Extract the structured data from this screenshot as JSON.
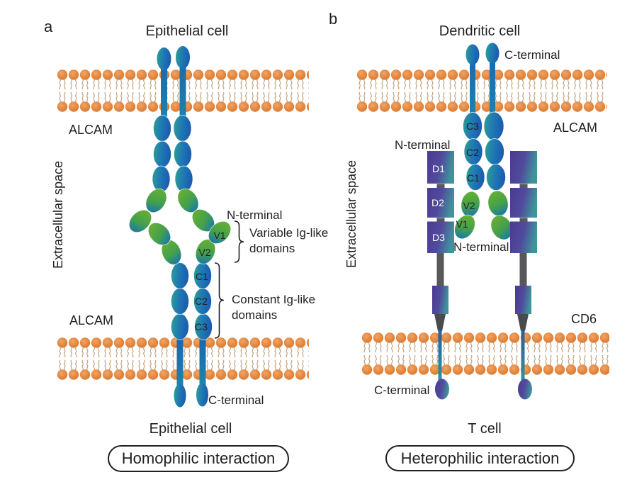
{
  "panel_a": {
    "label": "a",
    "cell_top": "Epithelial cell",
    "cell_bottom": "Epithelial cell",
    "alcam_top": "ALCAM",
    "alcam_bottom": "ALCAM",
    "extracellular": "Extracellular space",
    "n_terminal": "N-terminal",
    "c_terminal": "C-terminal",
    "variable_line1": "Variable Ig-like",
    "variable_line2": "domains",
    "constant_line1": "Constant Ig-like",
    "constant_line2": "domains",
    "v1": "V1",
    "v2": "V2",
    "c1": "C1",
    "c2": "C2",
    "c3": "C3",
    "interaction": "Homophilic interaction"
  },
  "panel_b": {
    "label": "b",
    "cell_top": "Dendritic cell",
    "cell_bottom": "T cell",
    "alcam": "ALCAM",
    "cd6": "CD6",
    "extracellular": "Extracellular space",
    "n_terminal_cd6": "N-terminal",
    "n_terminal_alcam": "N-terminal",
    "c_terminal_top": "C-terminal",
    "c_terminal_bottom": "C-terminal",
    "c3": "C3",
    "c2": "C2",
    "c1": "C1",
    "v2": "V2",
    "v1": "V1",
    "d1": "D1",
    "d2": "D2",
    "d3": "D3",
    "interaction": "Heterophilic interaction"
  },
  "colors": {
    "membrane_head_orange": "#e0843d",
    "lipid_tail_tan": "#c09a73",
    "alcam_blue": "#1b5fae",
    "alcam_teal": "#2ba095",
    "ig_green": "#67b22f",
    "cd6_purple": "#4a3a92",
    "cd6_teal": "#3f939b",
    "stalk_gray": "#58585a",
    "text_black": "#231f20"
  }
}
